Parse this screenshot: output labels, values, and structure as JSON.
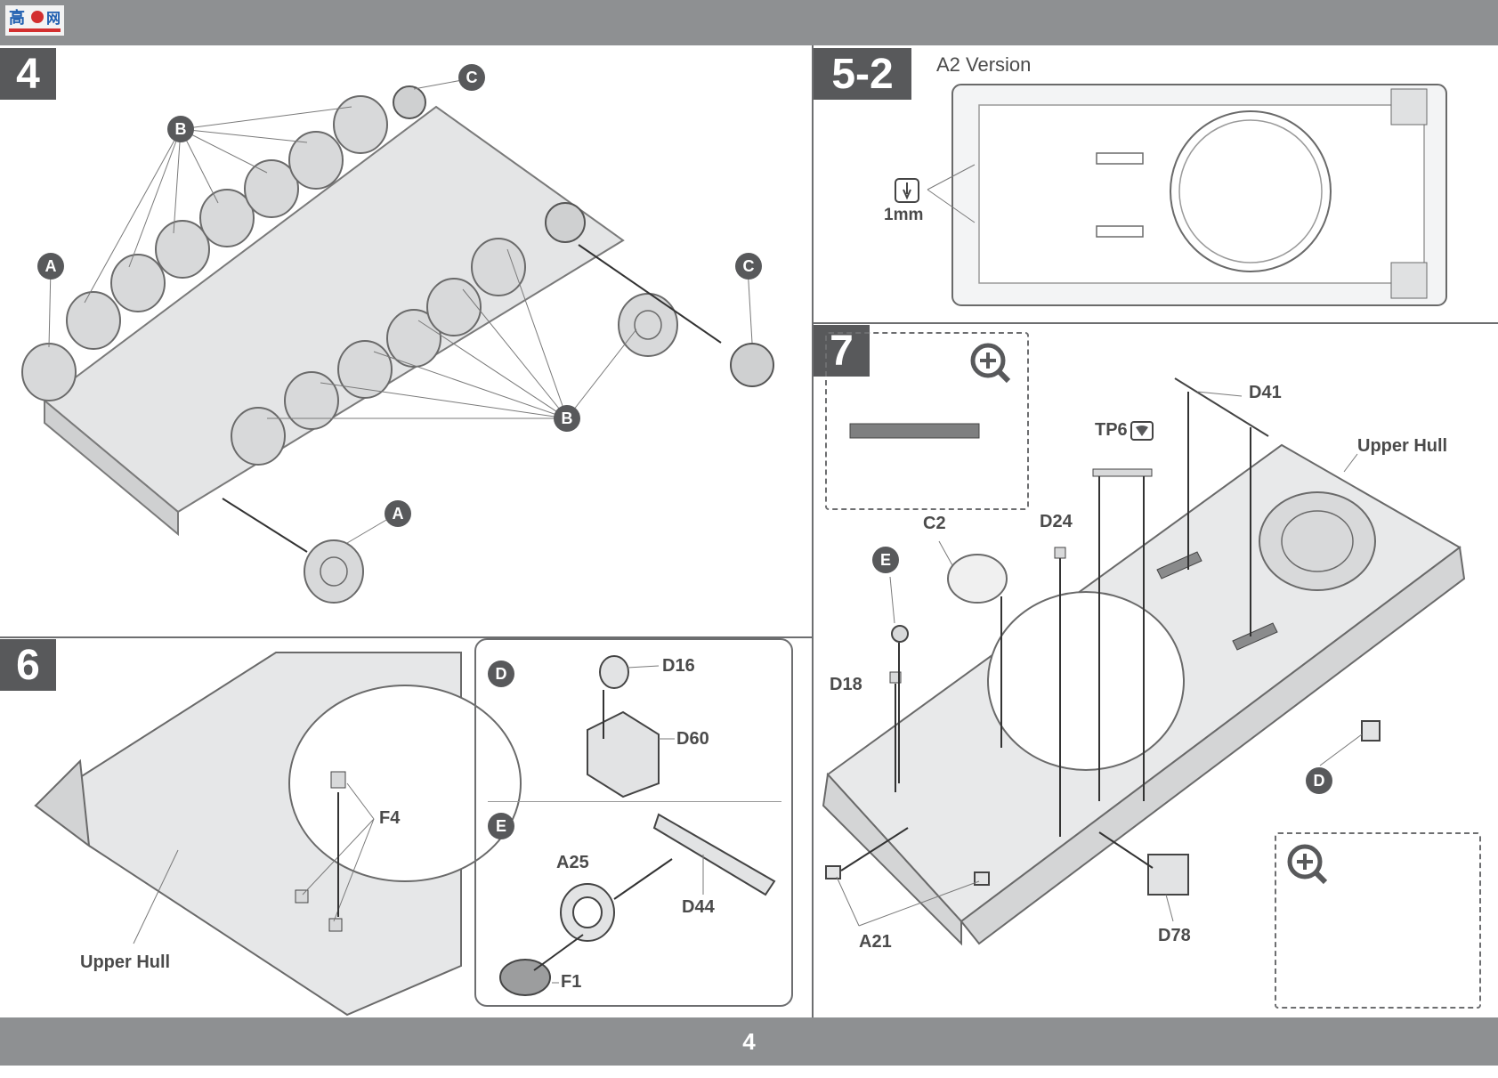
{
  "page": {
    "number": "4"
  },
  "steps": {
    "s4": {
      "num": "4",
      "labels": {
        "c_top": "C",
        "b_top": "B",
        "a_left": "A",
        "c_right": "C",
        "b_bottom": "B",
        "a_bottom": "A"
      }
    },
    "s52": {
      "num": "5-2",
      "title": "A2 Version",
      "drill": "1mm"
    },
    "s6": {
      "num": "6",
      "f4": "F4",
      "upper_hull": "Upper  Hull",
      "sub_d": {
        "marker": "D",
        "d16": "D16",
        "d60": "D60"
      },
      "sub_e": {
        "marker": "E",
        "a25": "A25",
        "d44": "D44",
        "f1": "F1"
      }
    },
    "s7": {
      "num": "7",
      "d41": "D41",
      "tp6": "TP6",
      "upper_hull": "Upper  Hull",
      "c2": "C2",
      "d24": "D24",
      "e": "E",
      "d18": "D18",
      "d": "D",
      "a21": "A21",
      "d78": "D78"
    }
  },
  "icons": [
    "logo",
    "zoom-icon",
    "drill-icon",
    "photo-etch-icon"
  ]
}
